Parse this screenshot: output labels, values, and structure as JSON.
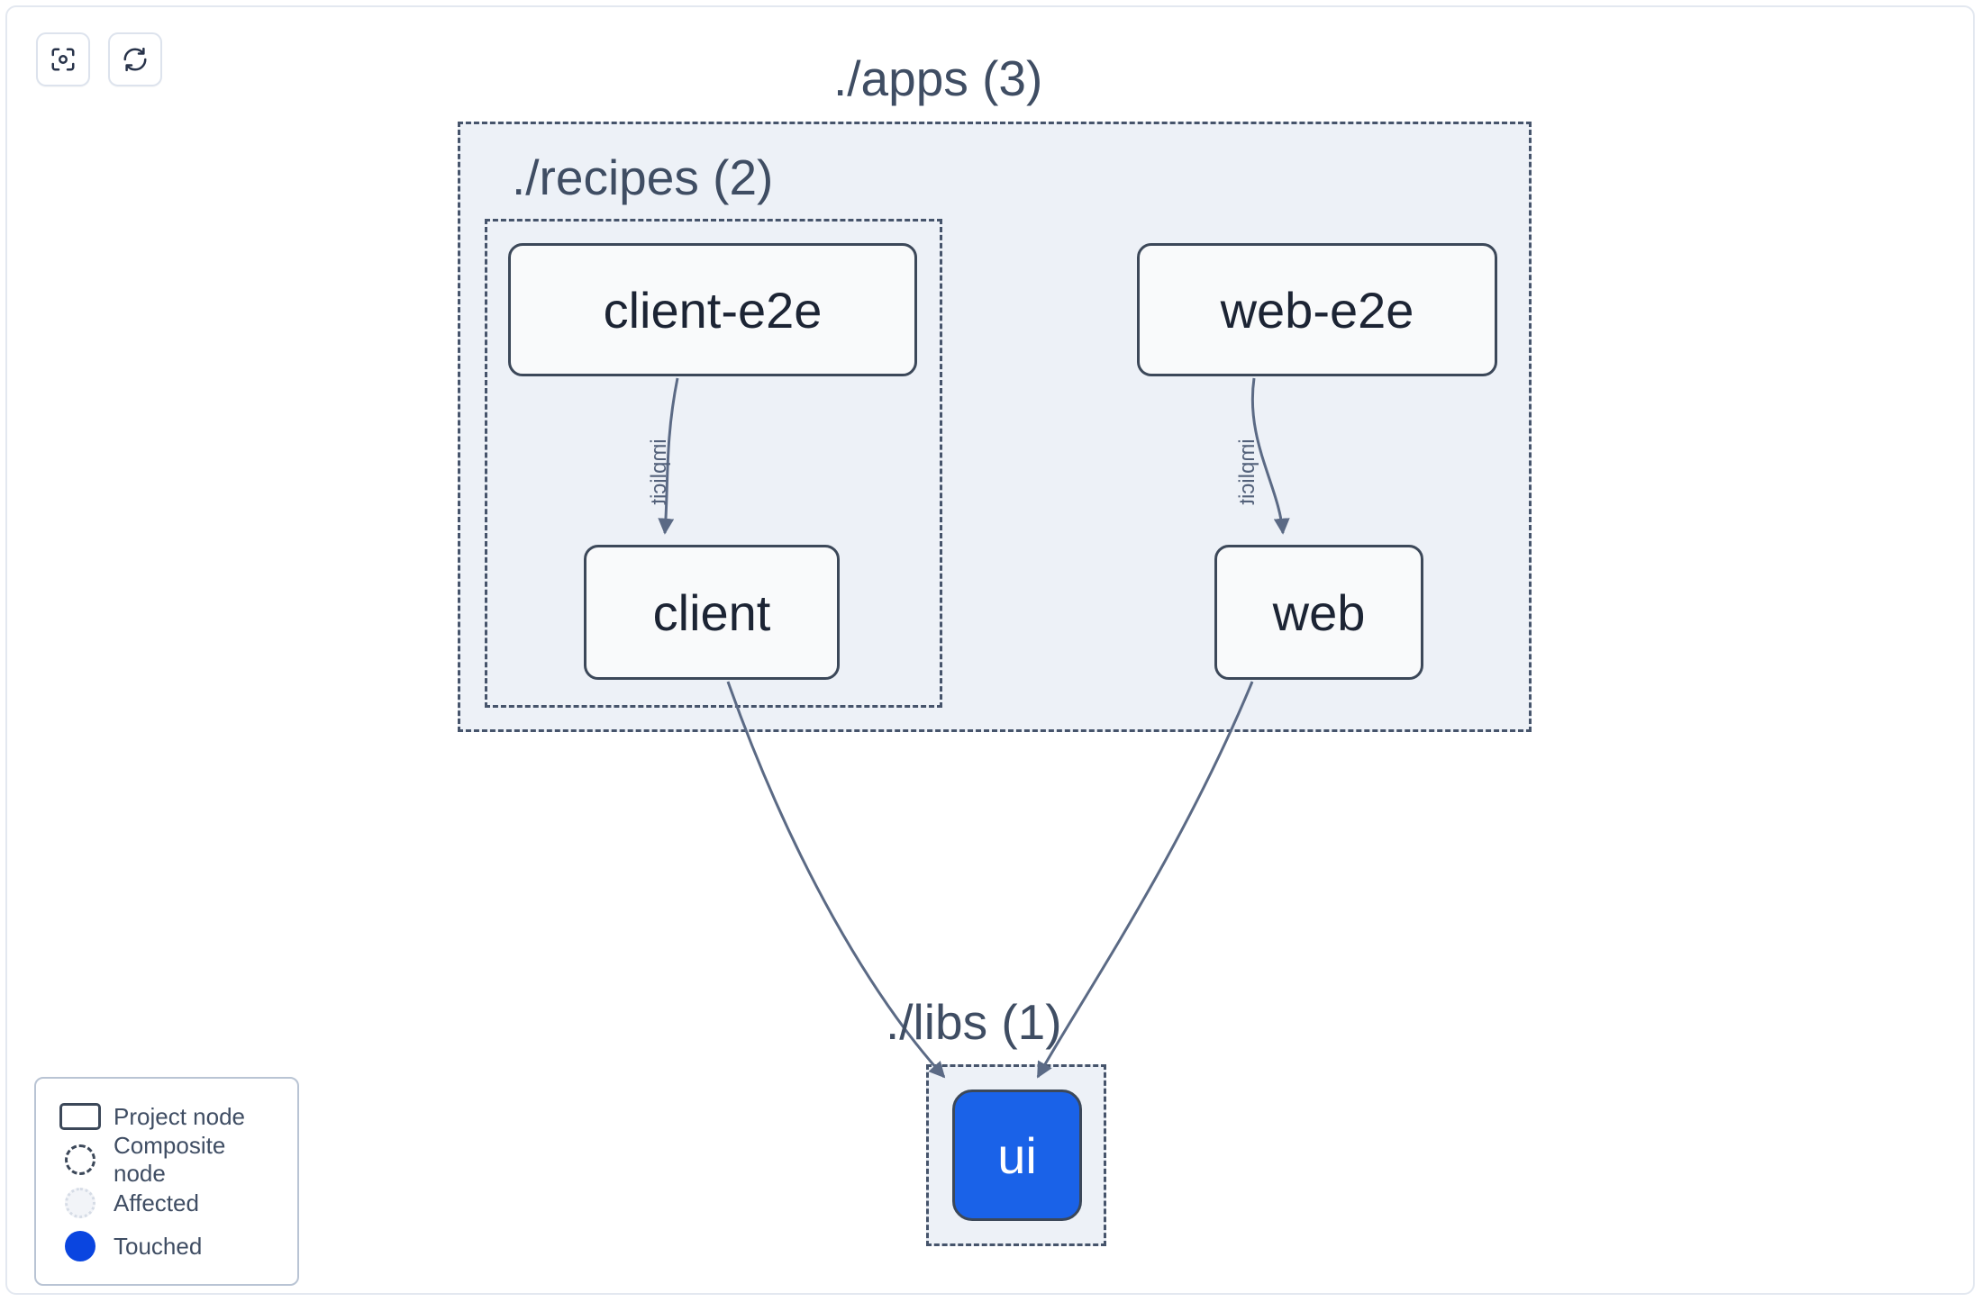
{
  "toolbar": {
    "buttons": [
      {
        "name": "focus-graph-button",
        "icon": "focus-target-icon",
        "title": "Focus graph"
      },
      {
        "name": "refresh-graph-button",
        "icon": "refresh-sync-icon",
        "title": "Refresh graph"
      }
    ]
  },
  "graph": {
    "groups": [
      {
        "id": "apps",
        "label": "./apps (3)",
        "count": 3
      },
      {
        "id": "recipes",
        "label": "./recipes (2)",
        "count": 2
      },
      {
        "id": "libs",
        "label": "./libs (1)",
        "count": 1
      }
    ],
    "nodes": [
      {
        "id": "client-e2e",
        "label": "client-e2e",
        "group": "recipes",
        "state": "normal"
      },
      {
        "id": "client",
        "label": "client",
        "group": "recipes",
        "state": "normal"
      },
      {
        "id": "web-e2e",
        "label": "web-e2e",
        "group": "apps",
        "state": "normal"
      },
      {
        "id": "web",
        "label": "web",
        "group": "apps",
        "state": "normal"
      },
      {
        "id": "ui",
        "label": "ui",
        "group": "libs",
        "state": "touched"
      }
    ],
    "edges": [
      {
        "from": "client-e2e",
        "to": "client",
        "label": "implicit"
      },
      {
        "from": "web-e2e",
        "to": "web",
        "label": "implicit"
      },
      {
        "from": "client",
        "to": "ui",
        "label": ""
      },
      {
        "from": "web",
        "to": "ui",
        "label": ""
      }
    ]
  },
  "legend": {
    "items": [
      {
        "swatch": "project-node-swatch",
        "label": "Project node"
      },
      {
        "swatch": "composite-node-swatch",
        "label": "Composite node"
      },
      {
        "swatch": "affected-swatch",
        "label": "Affected"
      },
      {
        "swatch": "touched-swatch",
        "label": "Touched"
      }
    ]
  },
  "colors": {
    "touched": "#0a45e0",
    "node_border": "#3c4859",
    "group_border": "#46546b",
    "group_fill": "#edf1f7",
    "edge": "#5b6a85"
  }
}
